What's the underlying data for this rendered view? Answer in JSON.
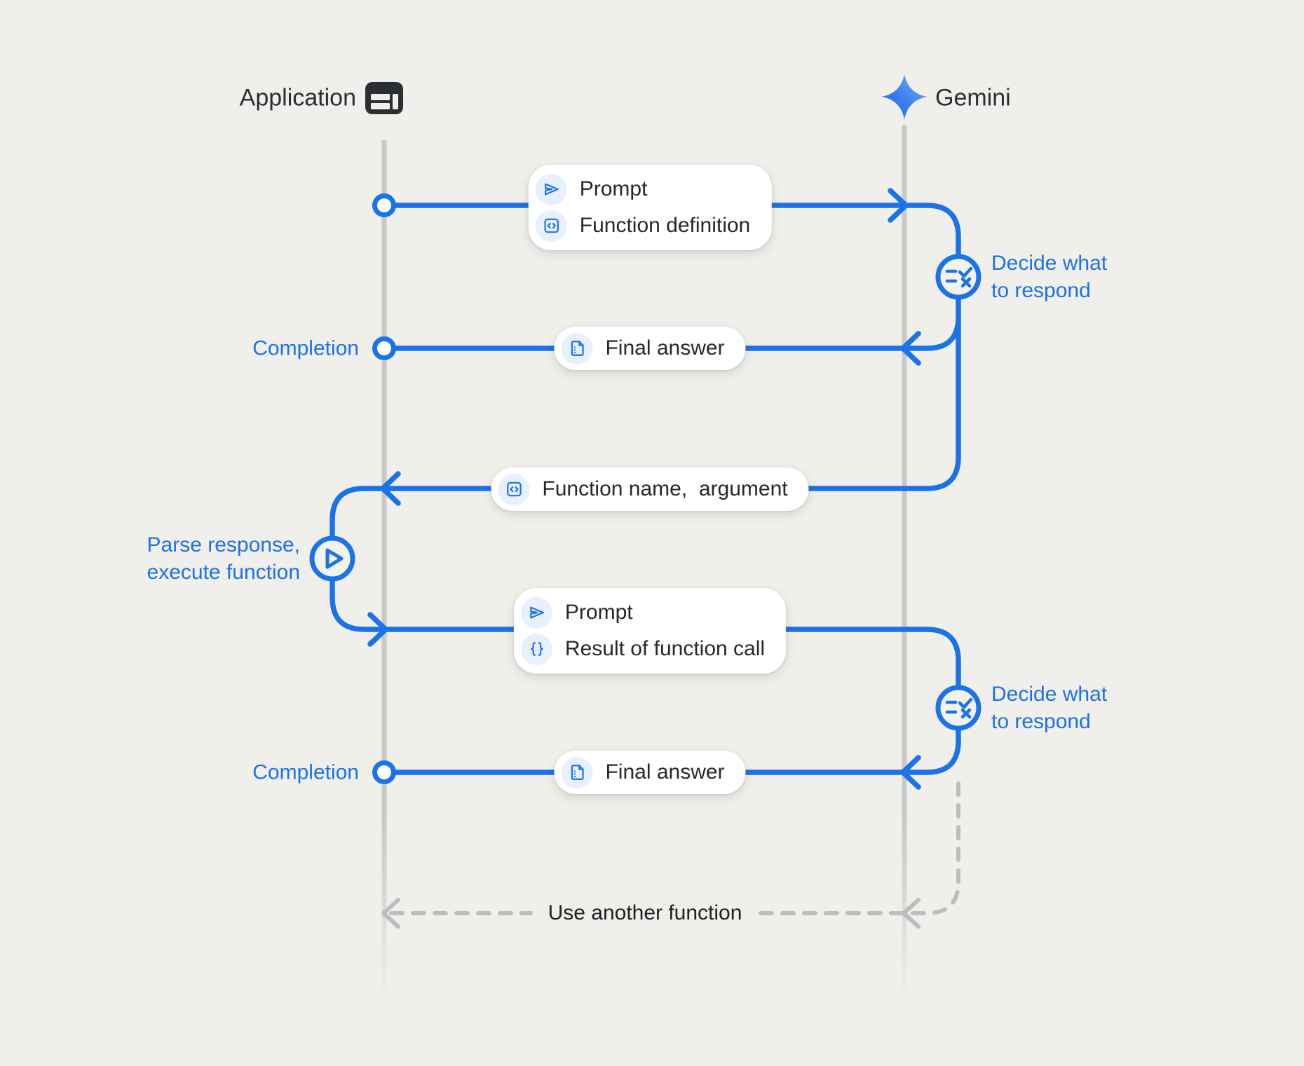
{
  "colors": {
    "accent_blue": "#1a73e8",
    "icon_chip_bg": "#e8f0fe",
    "text_dark": "#26282b",
    "lifeline_gray": "#c9c9c9",
    "dashed_gray": "#bdbdbd",
    "background": "#f1efec",
    "pill_bg": "#ffffff"
  },
  "header": {
    "application_label": "Application",
    "gemini_label": "Gemini"
  },
  "pills": {
    "prompt_function_definition": {
      "rows": [
        {
          "icon": "send-icon",
          "label": "Prompt"
        },
        {
          "icon": "code-box-icon",
          "label": "Function definition"
        }
      ]
    },
    "final_answer_1": {
      "icon": "document-icon",
      "label": "Final answer"
    },
    "function_name_argument": {
      "icon": "code-box-icon",
      "label": "Function name,  argument"
    },
    "prompt_result": {
      "rows": [
        {
          "icon": "send-icon",
          "label": "Prompt"
        },
        {
          "icon": "braces-icon",
          "label": "Result of function call"
        }
      ]
    },
    "final_answer_2": {
      "icon": "document-icon",
      "label": "Final answer"
    }
  },
  "side_labels": {
    "completion_1": "Completion",
    "completion_2": "Completion",
    "parse_line1": "Parse response,",
    "parse_line2": "execute function",
    "decide_1_line1": "Decide what",
    "decide_1_line2": "to respond",
    "decide_2_line1": "Decide what",
    "decide_2_line2": "to respond",
    "use_another_function": "Use another function"
  }
}
